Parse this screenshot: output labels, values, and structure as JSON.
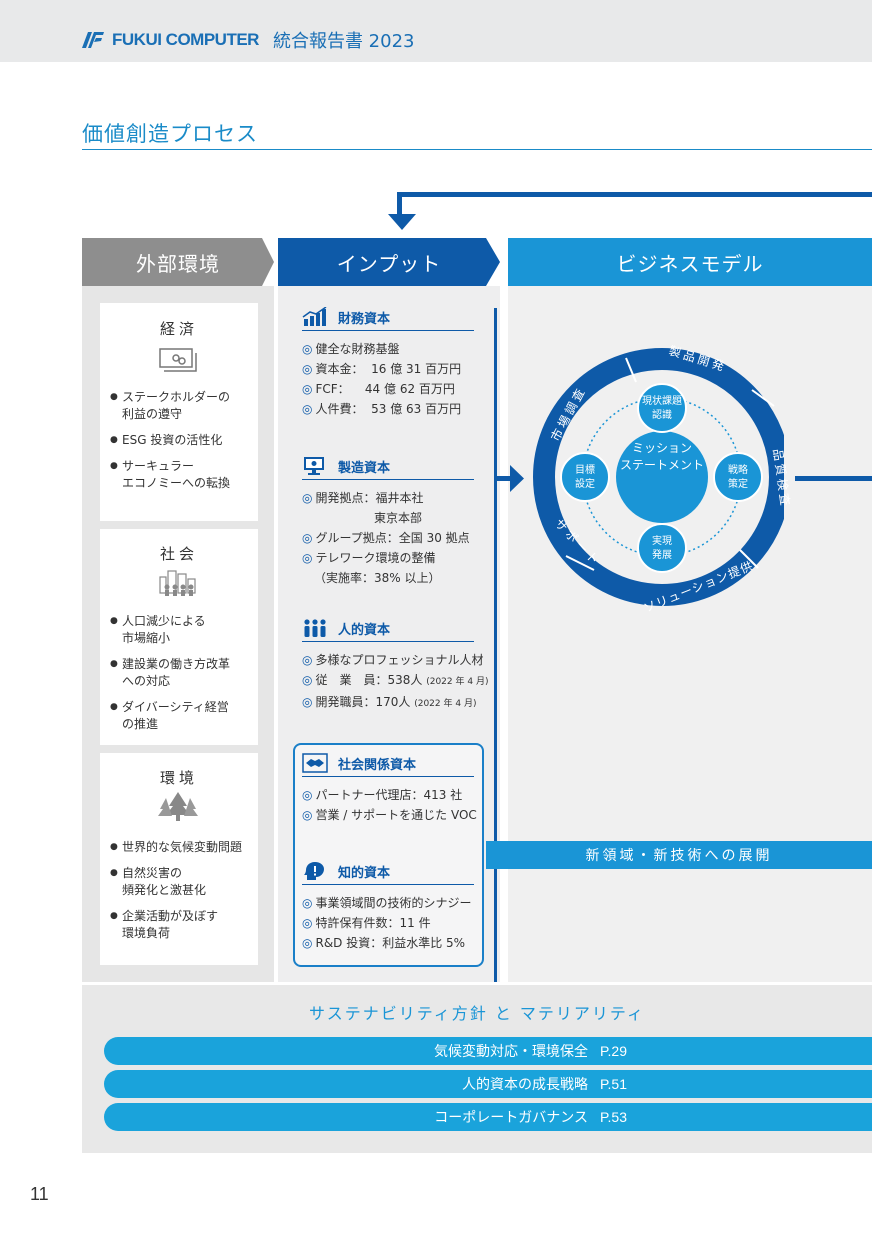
{
  "header": {
    "brand": "FUKUI COMPUTER",
    "report": "統合報告書 2023"
  },
  "page_title": "価値創造プロセス",
  "columns": {
    "external": "外部環境",
    "input": "インプット",
    "business": "ビジネスモデル"
  },
  "external": {
    "economy": {
      "title": "経済",
      "items": [
        "ステークホルダーの\n利益の遵守",
        "ESG 投資の活性化",
        "サーキュラー\nエコノミーへの転換"
      ]
    },
    "society": {
      "title": "社会",
      "items": [
        "人口減少による\n市場縮小",
        "建設業の働き方改革\nへの対応",
        "ダイバーシティ経営\nの推進"
      ]
    },
    "environment": {
      "title": "環境",
      "items": [
        "世界的な気候変動問題",
        "自然災害の\n頻発化と激甚化",
        "企業活動が及ぼす\n環境負荷"
      ]
    }
  },
  "input": {
    "financial": {
      "title": "財務資本",
      "items": [
        "健全な財務基盤",
        "資本金：  16 億 31 百万円",
        "FCF：    44 億 62 百万円",
        "人件費：  53 億 63 百万円"
      ]
    },
    "manufacturing": {
      "title": "製造資本",
      "items": [
        "開発拠点：福井本社",
        "東京本部",
        "グループ拠点：全国 30 拠点",
        "テレワーク環境の整備",
        "（実施率：38% 以上）"
      ]
    },
    "human": {
      "title": "人的資本",
      "items": [
        "多様なプロフェッショナル人材",
        "従　業　員：538人",
        "開発職員：170人"
      ],
      "date": "(2022 年 4 月)"
    },
    "social": {
      "title": "社会関係資本",
      "items": [
        "パートナー代理店：413 社",
        "営業 / サポートを通じた VOC"
      ]
    },
    "intellectual": {
      "title": "知的資本",
      "items": [
        "事業領域間の技術的シナジー",
        "特許保有件数：11 件",
        "R&D 投資：利益水準比 5%"
      ]
    }
  },
  "business": {
    "center": "ミッション\nステートメント",
    "nodes": {
      "top": "現状課題\n認識",
      "left": "目標\n設定",
      "right": "戦略\n策定",
      "bottom": "実現\n発展"
    },
    "ring": {
      "product_dev": "製品開発",
      "market_research": "市場調査",
      "quality_check": "品質検査",
      "support": "サポート",
      "solution": "ソリューション提供"
    },
    "new_domain": "新領域・新技術への展開"
  },
  "sustainability": {
    "title": "サステナビリティ方針 と マテリアリティ",
    "items": [
      {
        "label": "気候変動対応・環境保全",
        "page": "P.29"
      },
      {
        "label": "人的資本の成長戦略",
        "page": "P.51"
      },
      {
        "label": "コーポレートガバナンス",
        "page": "P.53"
      }
    ]
  },
  "page_number": "11",
  "colors": {
    "navy": "#0e5aa8",
    "blue": "#1a95d6",
    "gray": "#8e8e8e"
  }
}
